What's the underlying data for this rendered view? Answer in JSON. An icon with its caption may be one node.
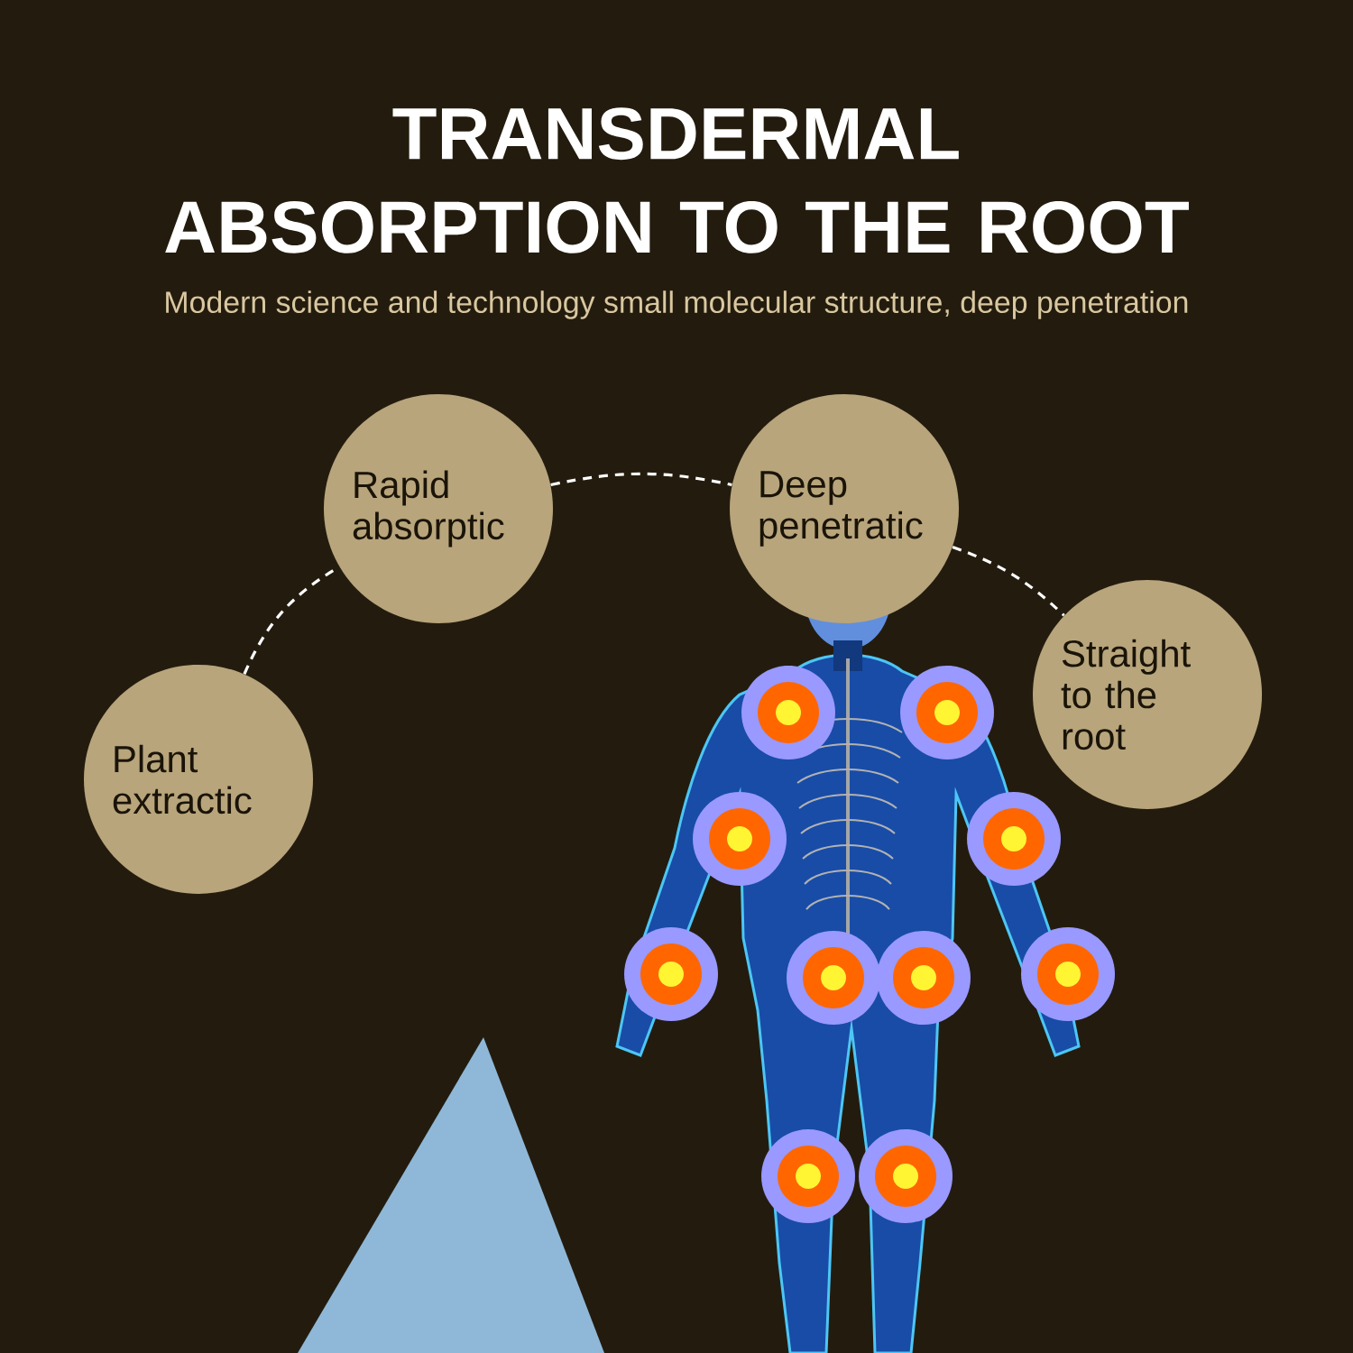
{
  "diagram": {
    "title": "TRANSDERMAL ABSORPTION TO THE ROOT",
    "nodes": [
      {
        "text": [
          "Plant extractic"
        ]
      },
      {
        "text": [
          "Rapid absorptic"
        ]
      },
      {
        "text": [
          "Deep penetratic"
        ]
      },
      {
        "text": [
          "Straight to the root"
        ]
      }
    ],
    "edges": [
      {
        "from": 0,
        "to": 1,
        "arrow": "none",
        "style": "dashed"
      },
      {
        "from": 1,
        "to": 2,
        "arrow": "none",
        "style": "dashed"
      },
      {
        "from": 2,
        "to": 3,
        "arrow": "none",
        "style": "dashed"
      }
    ],
    "labels": [
      "Modern science and technology small molecular structure, deep penetration"
    ]
  }
}
